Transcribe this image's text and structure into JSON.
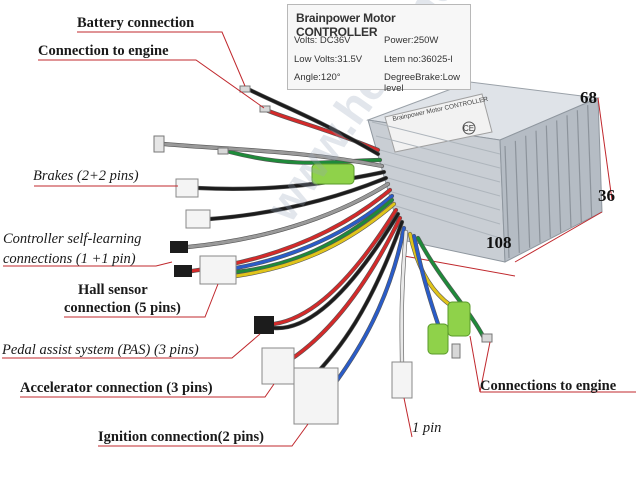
{
  "nameplate": {
    "title": "Brainpower Motor CONTROLLER",
    "volts": "Volts: DC36V",
    "power": "Power:250W",
    "low_volts": "Low Volts:31.5V",
    "item_no": "Ltem no:36025-l",
    "angle": "Angle:120°",
    "degree_brake": "DegreeBrake:Low level"
  },
  "box_label": {
    "title": "Brainpower Motor CONTROLLER",
    "ce_mark": "CE"
  },
  "dimensions": {
    "height": "68",
    "depth": "36",
    "length": "108"
  },
  "watermark": "www.hei-land",
  "labels": {
    "battery": "Battery connection",
    "engine_top": "Connection to engine",
    "brakes": "Brakes (2+2 pins)",
    "self_learning_1": "Controller self-learning",
    "self_learning_2": "connections (1 +1 pin)",
    "hall_1": "Hall  sensor",
    "hall_2": "connection (5 pins)",
    "pas": "Pedal assist system (PAS) (3 pins)",
    "accelerator": "Accelerator connection (3 pins)",
    "ignition": "Ignition connection(2 pins)",
    "engine_right": "Connections to engine",
    "one_pin": "1 pin"
  },
  "colors": {
    "leader": "#c0282d",
    "box_body": "#c9ced4",
    "wire_red": "#d42a2a",
    "wire_black": "#1c1c1c",
    "wire_green": "#1f8a3a",
    "wire_yellow": "#e0c41a",
    "wire_blue": "#2a5cc8",
    "wire_white": "#e9e9e9",
    "wire_gray": "#9a9a9a",
    "sleeve_green": "#8fd24a"
  }
}
